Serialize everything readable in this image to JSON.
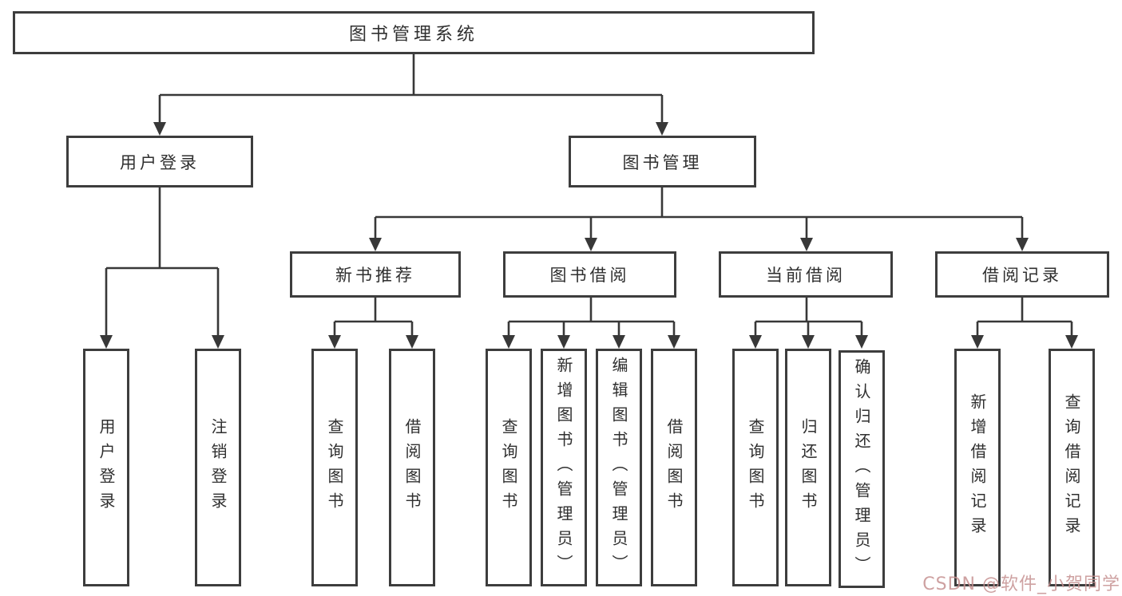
{
  "tree": {
    "root": {
      "label": "图书管理系统"
    },
    "branches": [
      {
        "label": "用户登录",
        "children": [
          {
            "label": "用户登录"
          },
          {
            "label": "注销登录"
          }
        ]
      },
      {
        "label": "图书管理",
        "children": [
          {
            "label": "新书推荐",
            "children": [
              {
                "label": "查询图书"
              },
              {
                "label": "借阅图书"
              }
            ]
          },
          {
            "label": "图书借阅",
            "children": [
              {
                "label": "查询图书"
              },
              {
                "label": "新增图书（管理员）"
              },
              {
                "label": "编辑图书（管理员）"
              },
              {
                "label": "借阅图书"
              }
            ]
          },
          {
            "label": "当前借阅",
            "children": [
              {
                "label": "查询图书"
              },
              {
                "label": "归还图书"
              },
              {
                "label": "确认归还（管理员）"
              }
            ]
          },
          {
            "label": "借阅记录",
            "children": [
              {
                "label": "新增借阅记录"
              },
              {
                "label": "查询借阅记录"
              }
            ]
          }
        ]
      }
    ]
  },
  "watermark": {
    "label": "CSDN @软件_小贺同学",
    "color": "#c59191"
  },
  "colors": {
    "line": "#383838",
    "box_border": "#3d3d3d",
    "text": "#2f2f2f",
    "background": "#ffffff"
  }
}
